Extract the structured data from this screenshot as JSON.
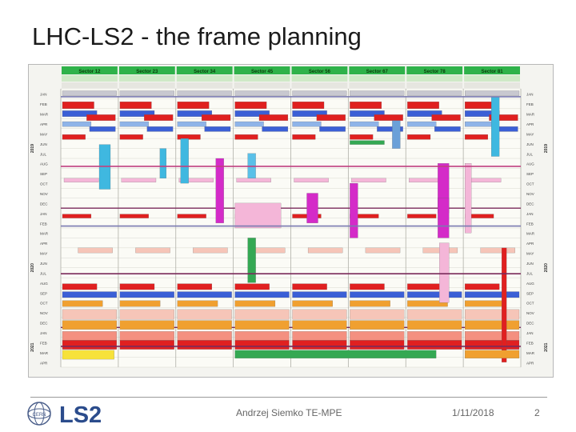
{
  "slide": {
    "title": "LHC-LS2 - the frame planning",
    "author": "Andrzej Siemko  TE-MPE",
    "date": "1/11/2018",
    "page_number": "2"
  },
  "logo": {
    "cern_text": "CERN",
    "program_text": "LS2",
    "cern_color": "#4a5e8a",
    "ls2_color": "#2b4c8c"
  },
  "planning": {
    "sectors": [
      "Sector 12",
      "Sector 23",
      "Sector 34",
      "Sector 45",
      "Sector 56",
      "Sector 67",
      "Sector 78",
      "Sector 81"
    ],
    "years": [
      "2019",
      "2020",
      "2021"
    ],
    "months": [
      "JAN",
      "FEB",
      "MAR",
      "APR",
      "MAY",
      "JUN",
      "JUL",
      "AUG",
      "SEP",
      "OCT",
      "NOV",
      "DEC",
      "JAN",
      "FEB",
      "MAR",
      "APR",
      "MAY",
      "JUN",
      "JUL",
      "AUG",
      "SEP",
      "OCT",
      "NOV",
      "DEC",
      "JAN",
      "FEB",
      "MAR",
      "APR"
    ],
    "colors": {
      "header_green": "#2fb24a",
      "red": "#e02020",
      "blue": "#3b5fd6",
      "light_blue": "#8fb4e8",
      "cyan": "#3fb8e0",
      "magenta": "#d42bc8",
      "pink": "#f4b6d8",
      "orange": "#f0a030",
      "yellow": "#f7e23a",
      "green": "#34a853",
      "grey": "#9a9aa8",
      "salmon": "#f6c5b8"
    }
  }
}
